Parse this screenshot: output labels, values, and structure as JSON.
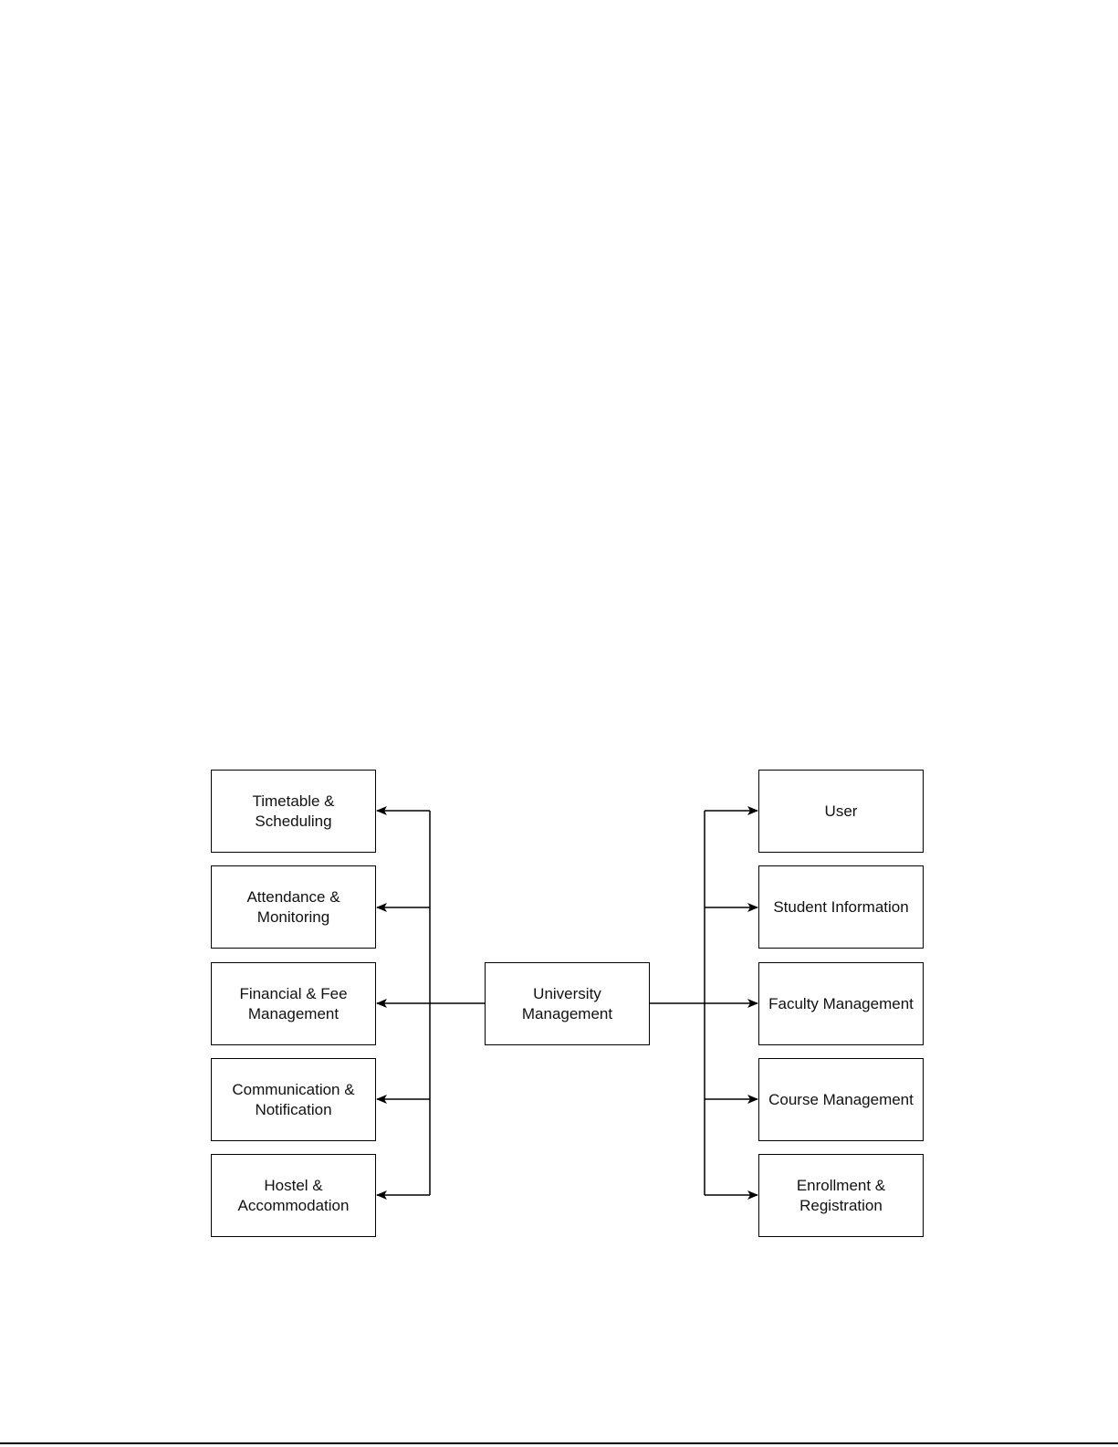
{
  "diagram": {
    "center": {
      "label": "University\nManagement"
    },
    "left_modules": [
      {
        "label": "Timetable &\nScheduling"
      },
      {
        "label": "Attendance &\nMonitoring"
      },
      {
        "label": "Financial & Fee\nManagement"
      },
      {
        "label": "Communication &\nNotification"
      },
      {
        "label": "Hostel &\nAccommodation"
      }
    ],
    "right_modules": [
      {
        "label": "User"
      },
      {
        "label": "Student Information"
      },
      {
        "label": "Faculty Management"
      },
      {
        "label": "Course Management"
      },
      {
        "label": "Enrollment &\nRegistration"
      }
    ],
    "edges": [
      {
        "from": "University Management",
        "to": "Timetable & Scheduling"
      },
      {
        "from": "University Management",
        "to": "Attendance & Monitoring"
      },
      {
        "from": "University Management",
        "to": "Financial & Fee Management"
      },
      {
        "from": "University Management",
        "to": "Communication & Notification"
      },
      {
        "from": "University Management",
        "to": "Hostel & Accommodation"
      },
      {
        "from": "University Management",
        "to": "User"
      },
      {
        "from": "University Management",
        "to": "Student Information"
      },
      {
        "from": "University Management",
        "to": "Faculty Management"
      },
      {
        "from": "University Management",
        "to": "Course Management"
      },
      {
        "from": "University Management",
        "to": "Enrollment & Registration"
      }
    ],
    "colors": {
      "stroke": "#000000",
      "fill": "#ffffff",
      "text": "#111111"
    }
  }
}
